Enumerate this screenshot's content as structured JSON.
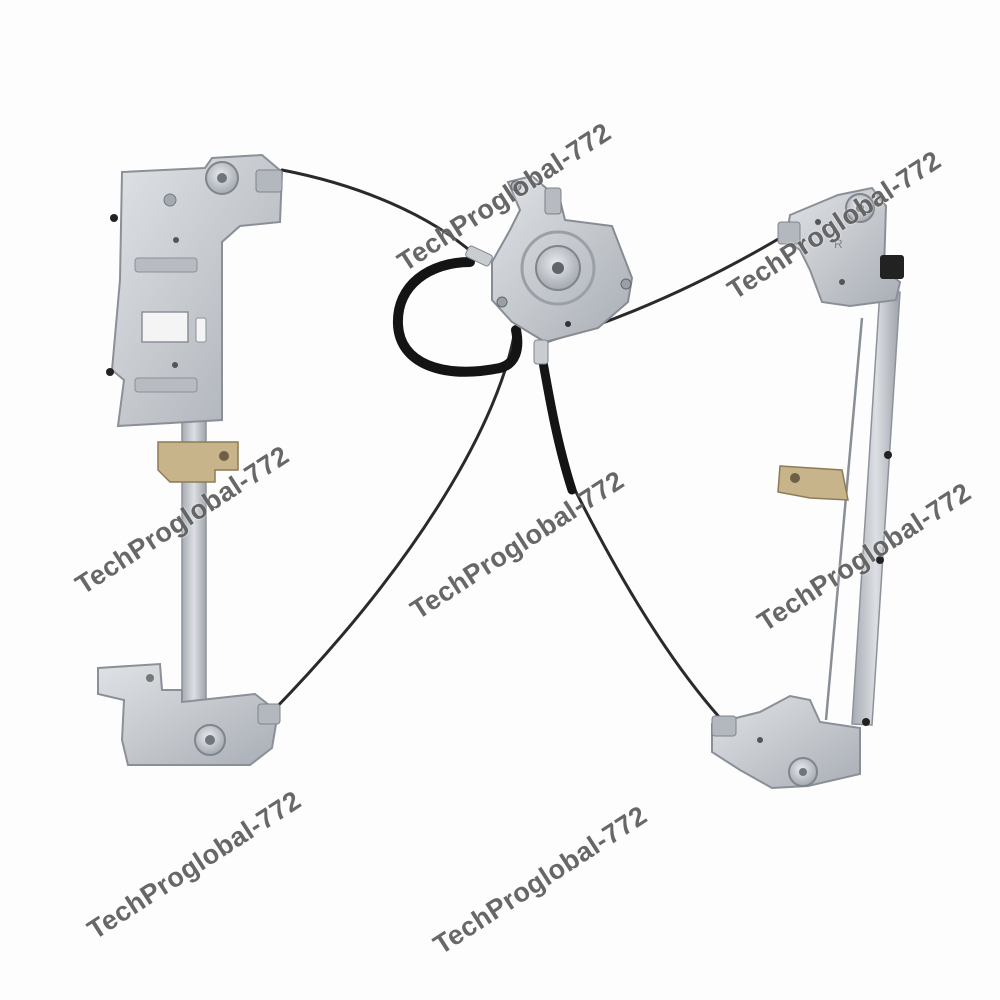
{
  "photo": {
    "subject": "window-regulator",
    "bracket_mark": "R",
    "colors": {
      "background": "#fdfdfd",
      "metal": "#c9ccd1",
      "metal_shadow": "#9aa0a8",
      "cable": "#2a2a2a",
      "sleeve": "#141414",
      "brass": "#c8b48a"
    }
  },
  "watermarks": [
    "TechProglobal-772",
    "TechProglobal-772",
    "TechProglobal-772",
    "TechProglobal-772",
    "TechProglobal-772",
    "TechProglobal-772",
    "TechProglobal-772"
  ]
}
